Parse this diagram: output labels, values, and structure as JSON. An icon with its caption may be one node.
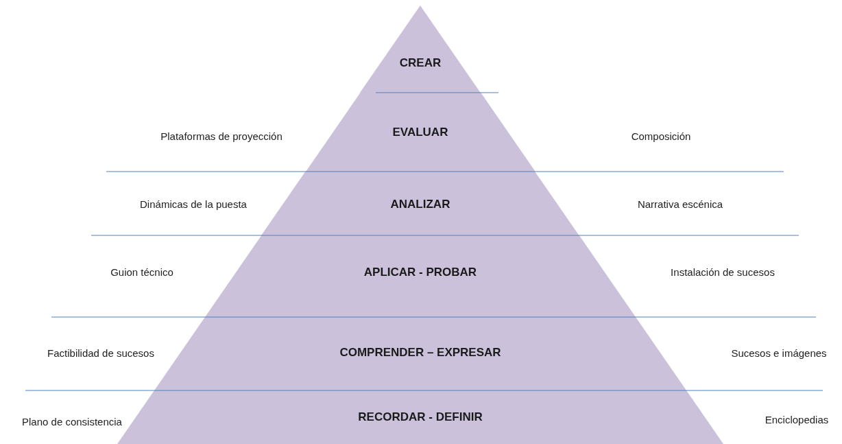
{
  "diagram": {
    "nodes": [
      {
        "text": [
          "CREAR"
        ]
      },
      {
        "text": [
          "EVALUAR"
        ]
      },
      {
        "text": [
          "ANALIZAR"
        ]
      },
      {
        "text": [
          "APLICAR - PROBAR"
        ]
      },
      {
        "text": [
          "COMPRENDER – EXPRESAR"
        ]
      },
      {
        "text": [
          "RECORDAR - DEFINIR"
        ]
      }
    ],
    "labels": [
      "Plataformas de proyección",
      "Composición",
      "Dinámicas de la puesta",
      "Narrativa escénica",
      "Guion técnico",
      "Instalación de sucesos",
      "Factibilidad de sucesos",
      "Sucesos e imágenes",
      "Plano de consistencia",
      "Enciclopedias"
    ]
  }
}
